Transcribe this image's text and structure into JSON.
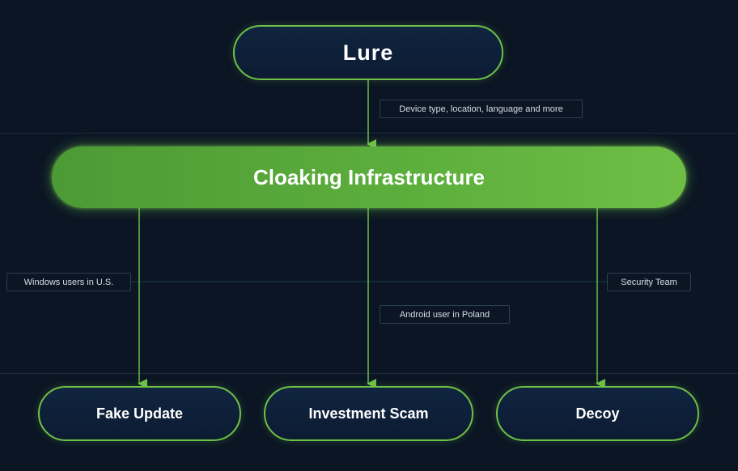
{
  "nodes": {
    "lure": "Lure",
    "cloaking": "Cloaking Infrastructure",
    "fake_update": "Fake Update",
    "investment_scam": "Investment Scam",
    "decoy": "Decoy"
  },
  "edge_labels": {
    "device_info": "Device type, location, language and more",
    "windows_us": "Windows users in U.S.",
    "android_poland": "Android user in Poland",
    "security_team": "Security Team"
  },
  "colors": {
    "background": "#0b1524",
    "accent_green": "#6ec046",
    "node_fill": "#0c1b32"
  }
}
